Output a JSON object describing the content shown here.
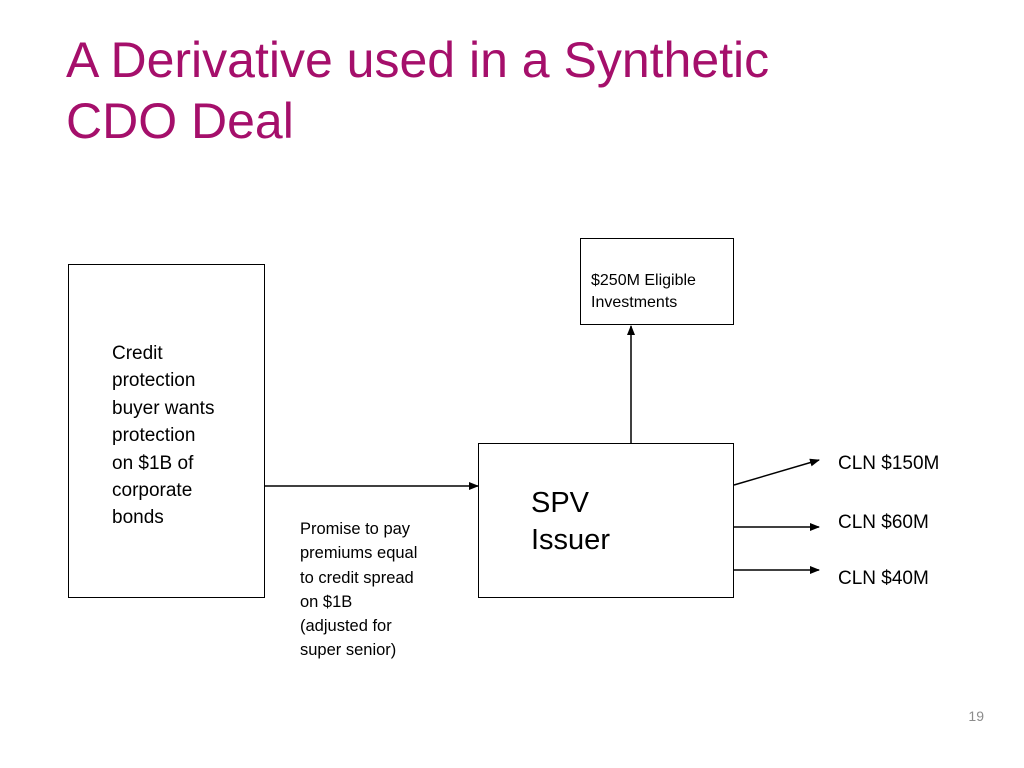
{
  "slide": {
    "title_line1": "A Derivative used in a Synthetic",
    "title_line2": "CDO Deal",
    "page_number": "19"
  },
  "diagram": {
    "buyer_text": "Credit\nprotection\nbuyer wants\nprotection\non $1B of\ncorporate\nbonds",
    "investments_text": "$250M Eligible\nInvestments",
    "spv_text": "SPV\nIssuer",
    "premium_text": "Promise to pay\npremiums equal\nto credit spread\non $1B\n(adjusted for\nsuper senior)",
    "cln_outputs": [
      "CLN $150M",
      "CLN $60M",
      "CLN $40M"
    ]
  },
  "colors": {
    "title": "#a50f6b",
    "lines": "#000000",
    "page_number": "#8c8c8c"
  }
}
